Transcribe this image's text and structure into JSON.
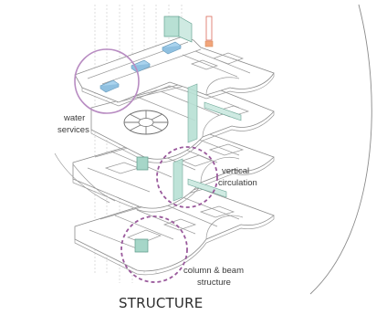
{
  "title": "STRUCTURE",
  "annotations": {
    "water_services": [
      "water",
      "services"
    ],
    "vertical_circulation": [
      "vertical",
      "circulation"
    ],
    "column_beam": [
      "column & beam",
      "structure"
    ]
  },
  "colors": {
    "circle_solid": "#b88cc2",
    "circle_dashed": "#9a5a9c",
    "water_tank": "#a9d3ee",
    "circulation_core": "#b8e0d4",
    "accent_orange": "#f2a57a",
    "line": "#8c8c8c"
  }
}
